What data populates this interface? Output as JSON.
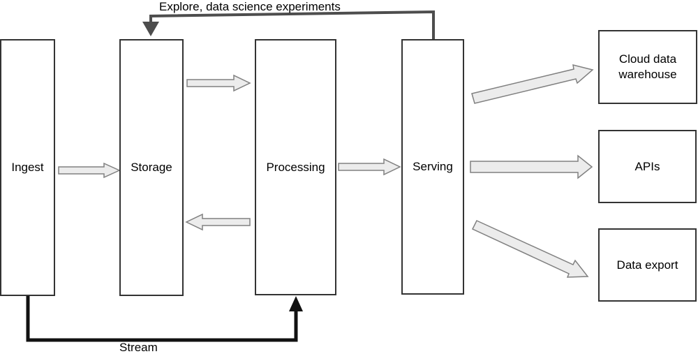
{
  "diagram": {
    "stages": [
      {
        "label": "Ingest"
      },
      {
        "label": "Storage"
      },
      {
        "label": "Processing"
      },
      {
        "label": "Serving"
      }
    ],
    "destinations": [
      {
        "label": "Cloud data warehouse"
      },
      {
        "label": "APIs"
      },
      {
        "label": "Data export"
      }
    ],
    "flow_labels": {
      "explore": "Explore, data science experiments",
      "stream": "Stream"
    },
    "connections": [
      {
        "from": "Ingest",
        "to": "Storage",
        "style": "block-arrow"
      },
      {
        "from": "Storage",
        "to": "Processing",
        "style": "block-arrow"
      },
      {
        "from": "Processing",
        "to": "Storage",
        "style": "block-arrow"
      },
      {
        "from": "Processing",
        "to": "Serving",
        "style": "block-arrow"
      },
      {
        "from": "Serving",
        "to": "Cloud data warehouse",
        "style": "block-arrow"
      },
      {
        "from": "Serving",
        "to": "APIs",
        "style": "block-arrow"
      },
      {
        "from": "Serving",
        "to": "Data export",
        "style": "block-arrow"
      },
      {
        "from": "Serving",
        "to": "Storage",
        "style": "line-arrow",
        "label": "Explore, data science experiments"
      },
      {
        "from": "Ingest",
        "to": "Processing",
        "style": "line-arrow",
        "label": "Stream"
      }
    ],
    "colors": {
      "background": "#ffffff",
      "box_fill": "#ffffff",
      "box_border": "#333333",
      "block_arrow_fill": "#ececec",
      "block_arrow_stroke": "#808080",
      "explore_line": "#4d4d4d",
      "stream_line": "#111111",
      "text": "#000000"
    }
  }
}
